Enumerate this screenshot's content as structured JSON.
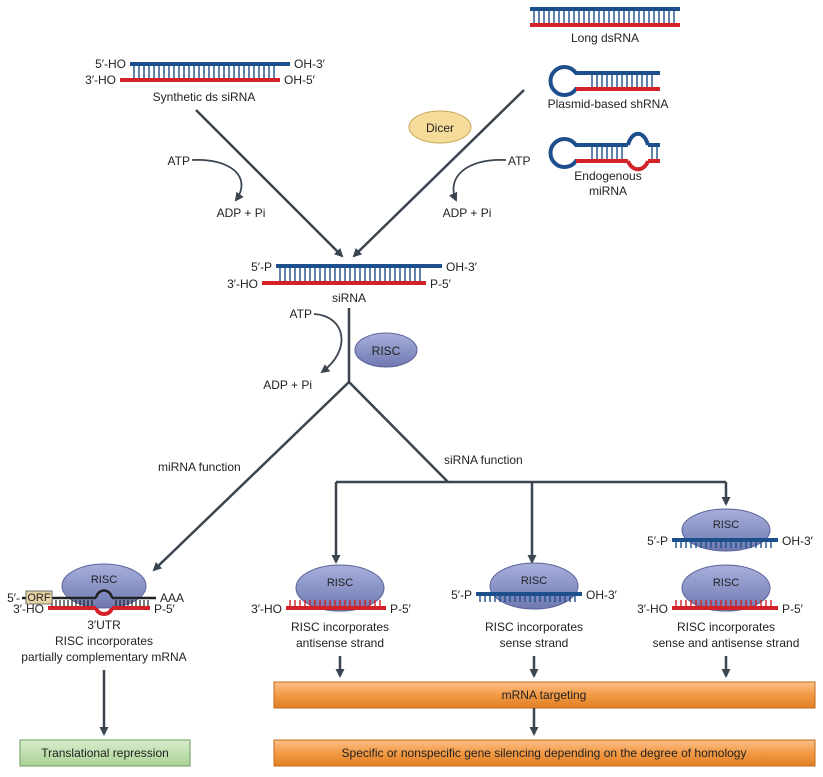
{
  "sources": {
    "synthetic": {
      "top_5": "5′-HO",
      "top_3": "OH-3′",
      "bot_3": "3′-HO",
      "bot_5": "OH-5′",
      "name": "Synthetic ds siRNA"
    },
    "long_dsrna": "Long dsRNA",
    "shrna": "Plasmid-based shRNA",
    "mirna_line1": "Endogenous",
    "mirna_line2": "miRNA"
  },
  "enzymes": {
    "dicer": "Dicer",
    "risc": "RISC"
  },
  "energy": {
    "atp": "ATP",
    "adp": "ADP + Pi"
  },
  "sirna": {
    "top_5": "5′-P",
    "top_3": "OH-3′",
    "bot_3": "3′-HO",
    "bot_5": "P-5′",
    "name": "siRNA"
  },
  "branches": {
    "mirna_function": "miRNA function",
    "sirna_function": "siRNA function"
  },
  "mirna_path": {
    "five": "5′-",
    "orf": "ORF",
    "aaa": "AAA",
    "bot_3": "3′-HO",
    "bot_5": "P-5′",
    "utr": "3′UTR",
    "desc_line1": "RISC incorporates",
    "desc_line2": "partially complementary mRNA",
    "outcome": "Translational repression"
  },
  "sirna_paths": {
    "antisense": {
      "bot_3": "3′-HO",
      "bot_5": "P-5′",
      "desc_line1": "RISC incorporates",
      "desc_line2": "antisense strand"
    },
    "sense": {
      "top_5": "5′-P",
      "top_3": "OH-3′",
      "desc_line1": "RISC incorporates",
      "desc_line2": "sense strand"
    },
    "both": {
      "top_5": "5′-P",
      "top_3": "OH-3′",
      "bot_3": "3′-HO",
      "bot_5": "P-5′",
      "desc_line1": "RISC incorporates",
      "desc_line2": "sense and antisense strand"
    }
  },
  "outcomes": {
    "mrna_targeting": "mRNA targeting",
    "silencing": "Specific or nonspecific gene silencing depending on the degree of homology"
  },
  "colors": {
    "blue_strand": "#1d4f8c",
    "red_strand": "#d42027",
    "arrow": "#3a4550",
    "risc_fill": "#8a93c7",
    "dicer_fill": "#f6dc9a",
    "orange": "#f39a45",
    "green": "#bfe0b0"
  }
}
